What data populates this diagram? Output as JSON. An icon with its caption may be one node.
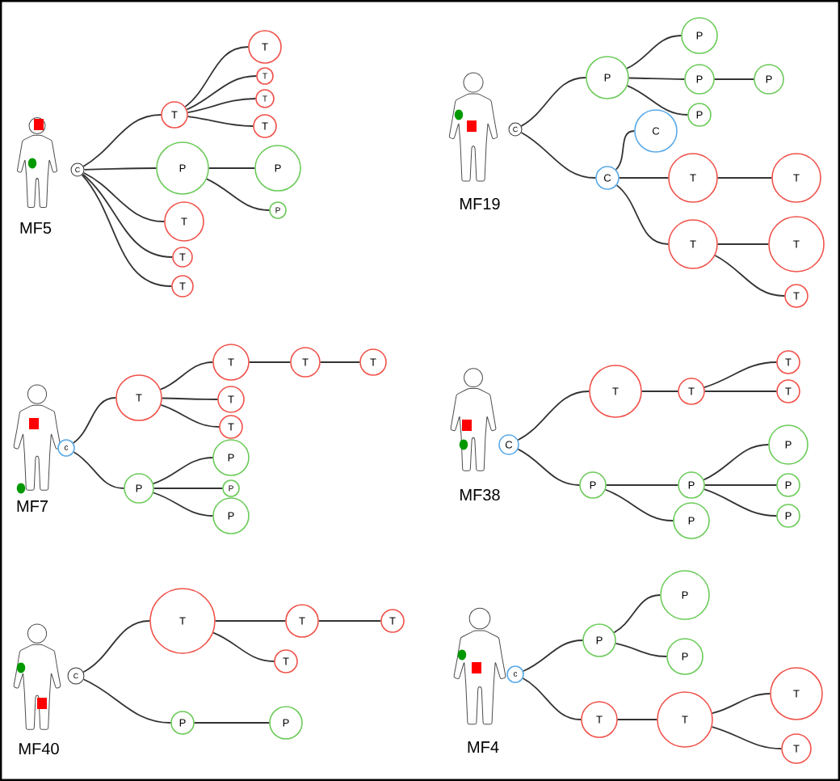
{
  "diagram": {
    "nodes": [
      {
        "text": [
          "C"
        ]
      },
      {
        "text": [
          "T"
        ]
      },
      {
        "text": [
          "T"
        ]
      },
      {
        "text": [
          "T"
        ]
      },
      {
        "text": [
          "T"
        ]
      },
      {
        "text": [
          "T"
        ]
      },
      {
        "text": [
          "P"
        ]
      },
      {
        "text": [
          "P"
        ]
      },
      {
        "text": [
          "P"
        ]
      },
      {
        "text": [
          "T"
        ]
      },
      {
        "text": [
          "T"
        ]
      },
      {
        "text": [
          "T"
        ]
      },
      {
        "text": [
          "C"
        ]
      },
      {
        "text": [
          "P"
        ]
      },
      {
        "text": [
          "P"
        ]
      },
      {
        "text": [
          "P"
        ]
      },
      {
        "text": [
          "P"
        ]
      },
      {
        "text": [
          "P"
        ]
      },
      {
        "text": [
          "C"
        ]
      },
      {
        "text": [
          "C"
        ]
      },
      {
        "text": [
          "T"
        ]
      },
      {
        "text": [
          "T"
        ]
      },
      {
        "text": [
          "T"
        ]
      },
      {
        "text": [
          "T"
        ]
      },
      {
        "text": [
          "T"
        ]
      },
      {
        "text": [
          "c"
        ]
      },
      {
        "text": [
          "T"
        ]
      },
      {
        "text": [
          "T"
        ]
      },
      {
        "text": [
          "T"
        ]
      },
      {
        "text": [
          "T"
        ]
      },
      {
        "text": [
          "T"
        ]
      },
      {
        "text": [
          "T"
        ]
      },
      {
        "text": [
          "P"
        ]
      },
      {
        "text": [
          "P"
        ]
      },
      {
        "text": [
          "P"
        ]
      },
      {
        "text": [
          "P"
        ]
      },
      {
        "text": [
          "C"
        ]
      },
      {
        "text": [
          "T"
        ]
      },
      {
        "text": [
          "T"
        ]
      },
      {
        "text": [
          "T"
        ]
      },
      {
        "text": [
          "T"
        ]
      },
      {
        "text": [
          "P"
        ]
      },
      {
        "text": [
          "P"
        ]
      },
      {
        "text": [
          "P"
        ]
      },
      {
        "text": [
          "P"
        ]
      },
      {
        "text": [
          "P"
        ]
      },
      {
        "text": [
          "P"
        ]
      },
      {
        "text": [
          "C"
        ]
      },
      {
        "text": [
          "T"
        ]
      },
      {
        "text": [
          "T"
        ]
      },
      {
        "text": [
          "T"
        ]
      },
      {
        "text": [
          "T"
        ]
      },
      {
        "text": [
          "P"
        ]
      },
      {
        "text": [
          "P"
        ]
      },
      {
        "text": [
          "c"
        ]
      },
      {
        "text": [
          "P"
        ]
      },
      {
        "text": [
          "P"
        ]
      },
      {
        "text": [
          "P"
        ]
      },
      {
        "text": [
          "T"
        ]
      },
      {
        "text": [
          "T"
        ]
      },
      {
        "text": [
          "T"
        ]
      },
      {
        "text": [
          "T"
        ]
      }
    ],
    "edges": [
      {
        "from": 0,
        "to": 1,
        "arrow": "none"
      },
      {
        "from": 1,
        "to": 2,
        "arrow": "none"
      },
      {
        "from": 1,
        "to": 3,
        "arrow": "none"
      },
      {
        "from": 1,
        "to": 4,
        "arrow": "none"
      },
      {
        "from": 1,
        "to": 5,
        "arrow": "none"
      },
      {
        "from": 0,
        "to": 6,
        "arrow": "none"
      },
      {
        "from": 6,
        "to": 7,
        "arrow": "none"
      },
      {
        "from": 6,
        "to": 8,
        "arrow": "none"
      },
      {
        "from": 0,
        "to": 9,
        "arrow": "none"
      },
      {
        "from": 0,
        "to": 10,
        "arrow": "none"
      },
      {
        "from": 0,
        "to": 11,
        "arrow": "none"
      },
      {
        "from": 12,
        "to": 13,
        "arrow": "none"
      },
      {
        "from": 13,
        "to": 14,
        "arrow": "none"
      },
      {
        "from": 13,
        "to": 15,
        "arrow": "none"
      },
      {
        "from": 15,
        "to": 16,
        "arrow": "none"
      },
      {
        "from": 13,
        "to": 17,
        "arrow": "none"
      },
      {
        "from": 12,
        "to": 19,
        "arrow": "none"
      },
      {
        "from": 19,
        "to": 18,
        "arrow": "none"
      },
      {
        "from": 19,
        "to": 20,
        "arrow": "none"
      },
      {
        "from": 20,
        "to": 21,
        "arrow": "none"
      },
      {
        "from": 19,
        "to": 22,
        "arrow": "none"
      },
      {
        "from": 22,
        "to": 23,
        "arrow": "none"
      },
      {
        "from": 22,
        "to": 24,
        "arrow": "none"
      },
      {
        "from": 25,
        "to": 26,
        "arrow": "none"
      },
      {
        "from": 26,
        "to": 27,
        "arrow": "none"
      },
      {
        "from": 27,
        "to": 28,
        "arrow": "none"
      },
      {
        "from": 28,
        "to": 29,
        "arrow": "none"
      },
      {
        "from": 26,
        "to": 30,
        "arrow": "none"
      },
      {
        "from": 26,
        "to": 31,
        "arrow": "none"
      },
      {
        "from": 25,
        "to": 32,
        "arrow": "none"
      },
      {
        "from": 32,
        "to": 33,
        "arrow": "none"
      },
      {
        "from": 32,
        "to": 34,
        "arrow": "none"
      },
      {
        "from": 32,
        "to": 35,
        "arrow": "none"
      },
      {
        "from": 36,
        "to": 37,
        "arrow": "none"
      },
      {
        "from": 37,
        "to": 38,
        "arrow": "none"
      },
      {
        "from": 38,
        "to": 39,
        "arrow": "none"
      },
      {
        "from": 38,
        "to": 40,
        "arrow": "none"
      },
      {
        "from": 36,
        "to": 41,
        "arrow": "none"
      },
      {
        "from": 41,
        "to": 42,
        "arrow": "none"
      },
      {
        "from": 42,
        "to": 43,
        "arrow": "none"
      },
      {
        "from": 42,
        "to": 44,
        "arrow": "none"
      },
      {
        "from": 42,
        "to": 45,
        "arrow": "none"
      },
      {
        "from": 41,
        "to": 46,
        "arrow": "none"
      },
      {
        "from": 47,
        "to": 48,
        "arrow": "none"
      },
      {
        "from": 48,
        "to": 49,
        "arrow": "none"
      },
      {
        "from": 49,
        "to": 50,
        "arrow": "none"
      },
      {
        "from": 48,
        "to": 51,
        "arrow": "none"
      },
      {
        "from": 47,
        "to": 52,
        "arrow": "none"
      },
      {
        "from": 52,
        "to": 53,
        "arrow": "none"
      },
      {
        "from": 54,
        "to": 55,
        "arrow": "none"
      },
      {
        "from": 55,
        "to": 56,
        "arrow": "none"
      },
      {
        "from": 55,
        "to": 57,
        "arrow": "none"
      },
      {
        "from": 54,
        "to": 58,
        "arrow": "none"
      },
      {
        "from": 58,
        "to": 59,
        "arrow": "none"
      },
      {
        "from": 59,
        "to": 60,
        "arrow": "none"
      },
      {
        "from": 59,
        "to": 61,
        "arrow": "none"
      }
    ],
    "labels": [
      "MF5",
      "MF19",
      "MF7",
      "MF38",
      "MF40",
      "MF4"
    ]
  }
}
